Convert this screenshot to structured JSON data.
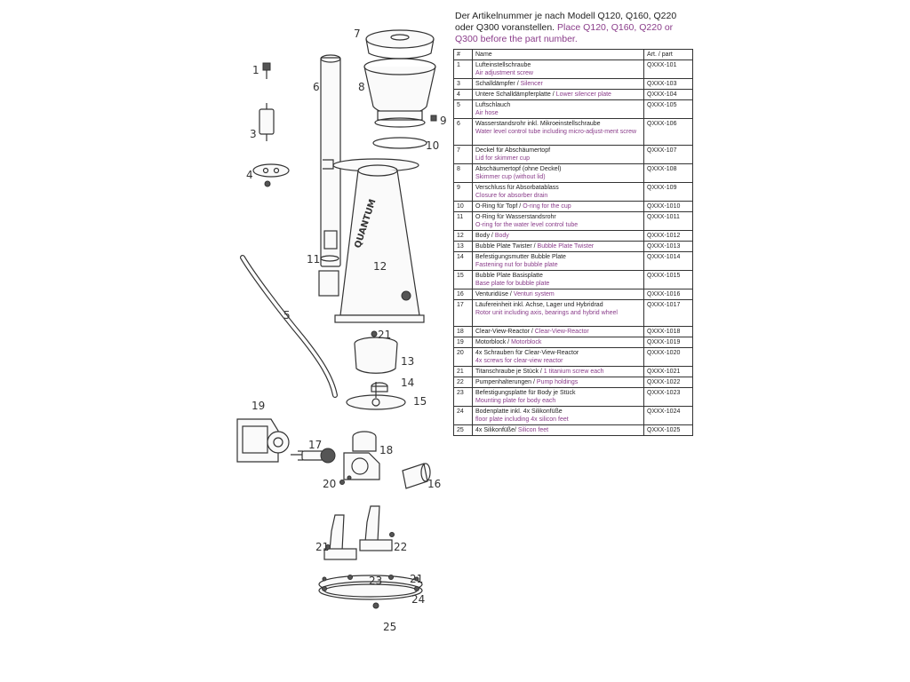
{
  "intro": {
    "de": "Der Artikelnummer je nach Modell Q120, Q160, Q220 oder Q300 voranstellen.",
    "en": "Place Q120, Q160, Q220 or Q300 before the part number."
  },
  "table": {
    "headers": [
      "#",
      "Name",
      "Art. / part"
    ],
    "rows": [
      {
        "num": "1",
        "de": "Lufteinstellschraube",
        "sep": "",
        "en": "Air adjustment screw",
        "part": "QXXX-101",
        "lines": 2
      },
      {
        "num": "3",
        "de": "Schalldämpfer",
        "sep": " / ",
        "en": "Silencer",
        "part": "QXXX-103",
        "lines": 1
      },
      {
        "num": "4",
        "de": "Untere Schalldämpferplatte",
        "sep": " / ",
        "en": "Lower silencer plate",
        "part": "QXXX-104",
        "lines": 1
      },
      {
        "num": "5",
        "de": "Luftschlauch",
        "sep": "",
        "en": "Air hose",
        "part": "QXXX-105",
        "lines": 2
      },
      {
        "num": "6",
        "de": "Wasserstandsrohr inkl. Mikroeinstellschraube",
        "sep": "",
        "en": "Water level control tube including micro-adjust-ment screw",
        "part": "QXXX-106",
        "lines": 3
      },
      {
        "num": "7",
        "de": "Deckel für Abschäumertopf",
        "sep": "",
        "en": "Lid for skimmer cup",
        "part": "QXXX-107",
        "lines": 2
      },
      {
        "num": "8",
        "de": "Abschäumertopf (ohne Deckel)",
        "sep": "",
        "en": "Skimmer cup (without lid)",
        "part": "QXXX-108",
        "lines": 2
      },
      {
        "num": "9",
        "de": "Verschluss für Absorbatablass",
        "sep": "",
        "en": "Closure for absorber drain",
        "part": "QXXX-109",
        "lines": 2
      },
      {
        "num": "10",
        "de": "O-Ring für Topf",
        "sep": " / ",
        "en": "O-ring for the cup",
        "part": "QXXX-1010",
        "lines": 1
      },
      {
        "num": "11",
        "de": "O-Ring für Wasserstandsrohr",
        "sep": "",
        "en": "O-ring for the water level control tube",
        "part": "QXXX-1011",
        "lines": 2
      },
      {
        "num": "12",
        "de": "Body",
        "sep": " / ",
        "en": "Body",
        "part": "QXXX-1012",
        "lines": 1
      },
      {
        "num": "13",
        "de": "Bubble Plate Twister",
        "sep": " / ",
        "en": "Bubble Plate Twister",
        "part": "QXXX-1013",
        "lines": 1
      },
      {
        "num": "14",
        "de": "Befestigungsmutter Bubble Plate",
        "sep": "",
        "en": "Fastening nut for bubble plate",
        "part": "QXXX-1014",
        "lines": 2
      },
      {
        "num": "15",
        "de": "Bubble Plate Basisplatte",
        "sep": "",
        "en": "Base plate for bubble plate",
        "part": "QXXX-1015",
        "lines": 2
      },
      {
        "num": "16",
        "de": "Venturidüse",
        "sep": " / ",
        "en": "Venturi system",
        "part": "QXXX-1016",
        "lines": 1
      },
      {
        "num": "17",
        "de": "Läufereinheit inkl. Achse, Lager und Hybridrad",
        "sep": "",
        "en": "Rotor unit including axis, bearings and hybrid wheel",
        "part": "QXXX-1017",
        "lines": 3
      },
      {
        "num": "18",
        "de": "Clear-View-Reactor",
        "sep": " / ",
        "en": "Clear-View-Reactor",
        "part": "QXXX-1018",
        "lines": 1
      },
      {
        "num": "19",
        "de": "Motorblock",
        "sep": " / ",
        "en": "Motorblock",
        "part": "QXXX-1019",
        "lines": 1
      },
      {
        "num": "20",
        "de": "4x Schrauben für Clear-View-Reactor",
        "sep": "",
        "en": "4x screws for clear-view reactor",
        "part": "QXXX-1020",
        "lines": 2
      },
      {
        "num": "21",
        "de": "Titanschraube je Stück",
        "sep": " / ",
        "en": "1 titanium screw each",
        "part": "QXXX-1021",
        "lines": 1
      },
      {
        "num": "22",
        "de": "Pumpenhalterungen",
        "sep": " / ",
        "en": "Pump holdings",
        "part": "QXXX-1022",
        "lines": 1
      },
      {
        "num": "23",
        "de": "Befestigungsplatte für Body je Stück",
        "sep": "",
        "en": "Mounting plate for body each",
        "part": "QXXX-1023",
        "lines": 2
      },
      {
        "num": "24",
        "de": "Bodenplatte inkl. 4x Silikonfüße",
        "sep": "",
        "en": "floor plate including 4x silicon feet",
        "part": "QXXX-1024",
        "lines": 2
      },
      {
        "num": "25",
        "de": "4x Silikonfüße",
        "sep": "/ ",
        "en": "Silicon feet",
        "part": "QXXX-1025",
        "lines": 1
      }
    ]
  },
  "diagram": {
    "callouts": {
      "c1": "1",
      "c3": "3",
      "c4": "4",
      "c5": "5",
      "c6": "6",
      "c7": "7",
      "c8": "8",
      "c9": "9",
      "c10": "10",
      "c11": "11",
      "c12": "12",
      "c13": "13",
      "c14": "14",
      "c15": "15",
      "c16": "16",
      "c17": "17",
      "c18": "18",
      "c19": "19",
      "c20": "20",
      "c21a": "21",
      "c21b": "21",
      "c21c": "21",
      "c22": "22",
      "c23": "23",
      "c24": "24",
      "c25": "25"
    },
    "brand": "QUANTUM"
  }
}
